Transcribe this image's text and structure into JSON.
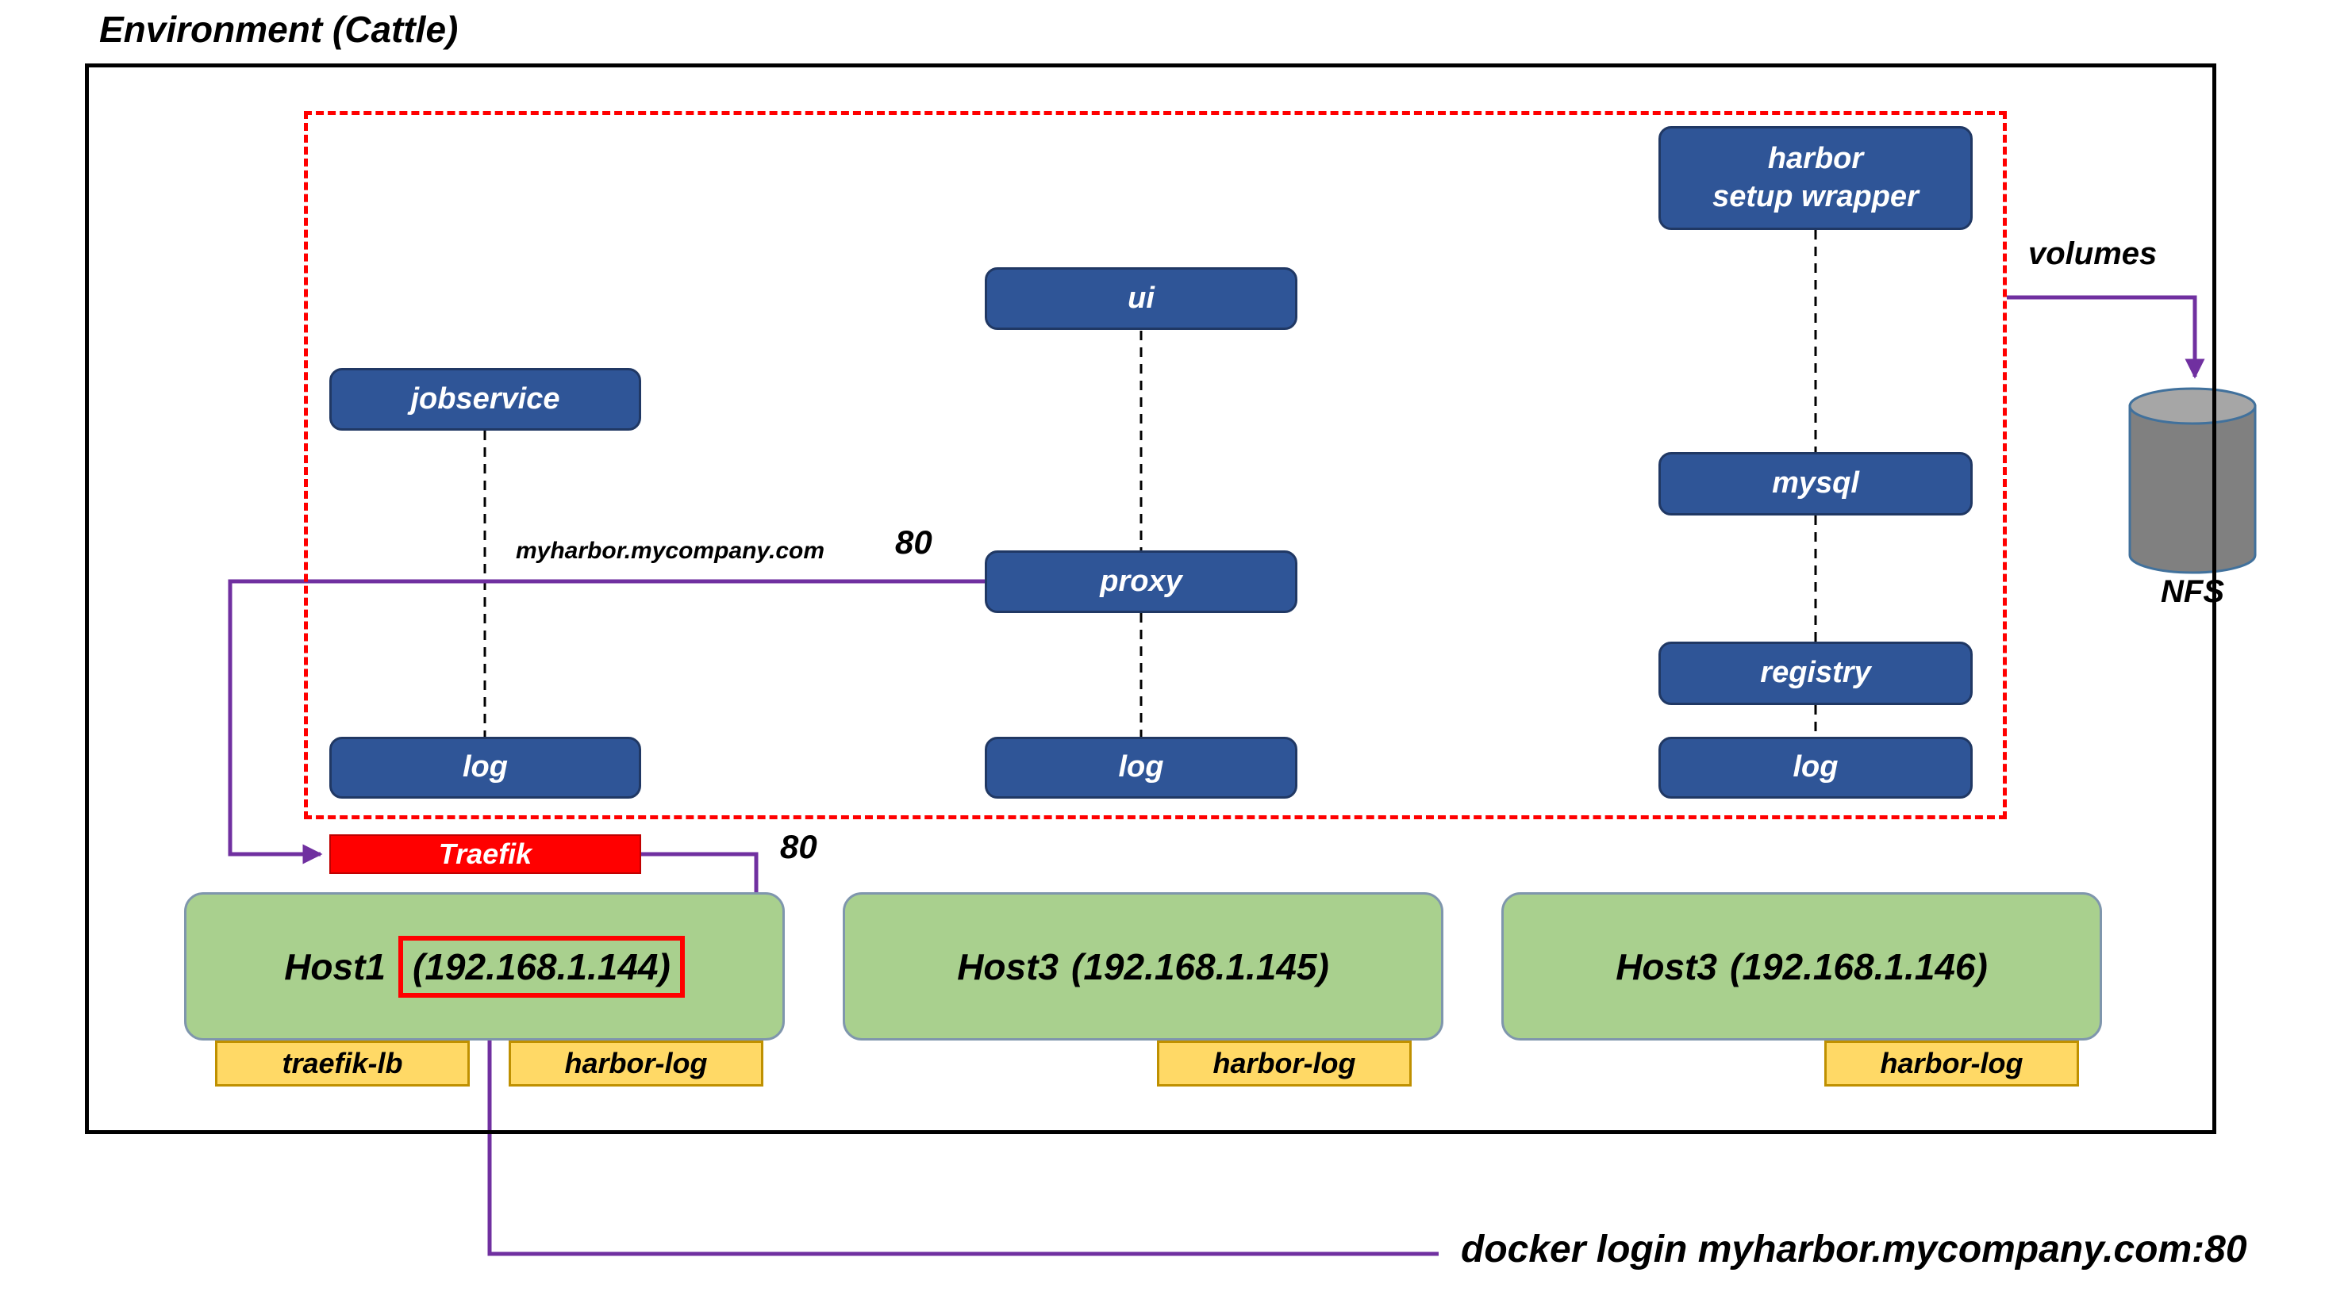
{
  "title": "Environment (Cattle)",
  "colors": {
    "node_blue": "#2F5597",
    "host_green": "#A9D08E",
    "tag_yellow": "#FFD966",
    "traefik_red": "#FF0000",
    "arrow_purple": "#7030A0",
    "boundary_red": "#FF0000",
    "nfs_gray": "#808080"
  },
  "cluster": {
    "jobservice": "jobservice",
    "ui": "ui",
    "proxy": "proxy",
    "mysql": "mysql",
    "registry": "registry",
    "harbor_setup_wrapper": {
      "lines": [
        "harbor",
        "setup wrapper"
      ]
    },
    "log_left": "log",
    "log_middle": "log",
    "log_right": "log"
  },
  "network": {
    "traefik": "Traefik",
    "domain_label": "myharbor.mycompany.com",
    "proxy_port": "80",
    "traefik_port": "80",
    "docker_login": "docker login myharbor.mycompany.com:80"
  },
  "storage": {
    "volumes_label": "volumes",
    "nfs_label": "NFS"
  },
  "hosts": [
    {
      "name": "Host1",
      "ip": "(192.168.1.144)",
      "tags": [
        "traefik-lb",
        "harbor-log"
      ]
    },
    {
      "name": "Host3",
      "ip": "(192.168.1.145)",
      "tags": [
        "harbor-log"
      ]
    },
    {
      "name": "Host3",
      "ip": "(192.168.1.146)",
      "tags": [
        "harbor-log"
      ]
    }
  ]
}
